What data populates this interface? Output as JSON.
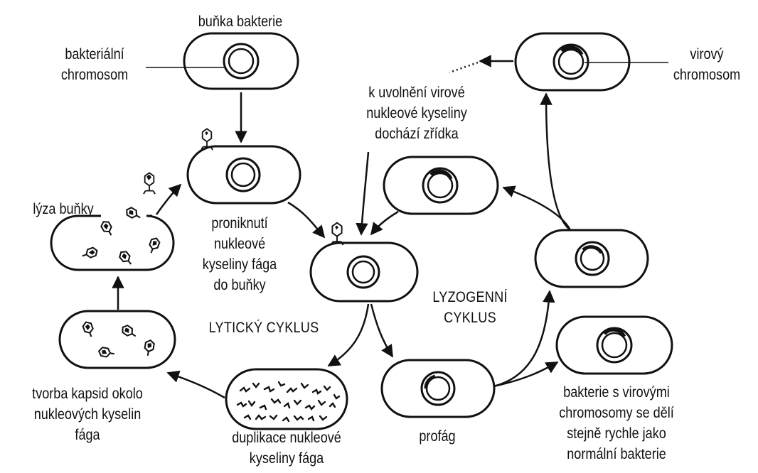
{
  "labels": {
    "bacterial_cell": "buňka bakterie",
    "bacterial_chromosome": "bakteriální\nchromosom",
    "viral_chromosome": "virový\nchromosom",
    "rare_release": "k uvolnění virové\nnukleové kyseliny\ndochází zřídka",
    "cell_lysis": "lýza buňky",
    "penetration": "proniknutí\nnukleové\nkyseliny fága\ndo buňky",
    "lytic_cycle": "LYTICKÝ CYKLUS",
    "lysogenic_cycle": "LYZOGENNÍ\nCYKLUS",
    "capsid_formation": "tvorba kapsid okolo\nnukleových kyselin\nfága",
    "duplication": "duplikace nukleové\nkyseliny fága",
    "prophage": "profág",
    "division": "bakterie s virovými\nchromosomy se dělí\nstejně rychle jako\nnormální bakterie"
  },
  "colors": {
    "ink": "#111111",
    "background": "#ffffff"
  }
}
